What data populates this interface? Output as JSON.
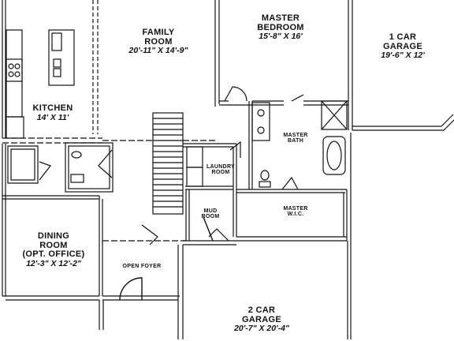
{
  "rooms": {
    "family_room": {
      "name_1": "FAMILY",
      "name_2": "ROOM",
      "dims": "20'-11\" X 14'-9\""
    },
    "master_bedroom": {
      "name_1": "MASTER",
      "name_2": "BEDROOM",
      "dims": "15'-8\" X 16'"
    },
    "garage_1car": {
      "name_1": "1 CAR",
      "name_2": "GARAGE",
      "dims": "19'-6\" X 12'"
    },
    "kitchen": {
      "name_1": "KITCHEN",
      "dims": "14' X 11'"
    },
    "master_bath": {
      "name_1": "MASTER",
      "name_2": "BATH"
    },
    "laundry_room": {
      "name_1": "LAUNDRY",
      "name_2": "ROOM"
    },
    "mud_room": {
      "name_1": "MUD",
      "name_2": "ROOM"
    },
    "master_wic": {
      "name_1": "MASTER",
      "name_2": "W.I.C."
    },
    "dining_room": {
      "name_1": "DINING",
      "name_2": "ROOM",
      "name_3": "(OPT. OFFICE)",
      "dims": "12'-3\" X 12'-2\""
    },
    "open_foyer": {
      "name_1": "OPEN FOYER"
    },
    "garage_2car": {
      "name_1": "2 CAR",
      "name_2": "GARAGE",
      "dims": "20'-7\" X 20'-4\""
    }
  },
  "colors": {
    "wall": "#111111",
    "background": "#ffffff"
  }
}
